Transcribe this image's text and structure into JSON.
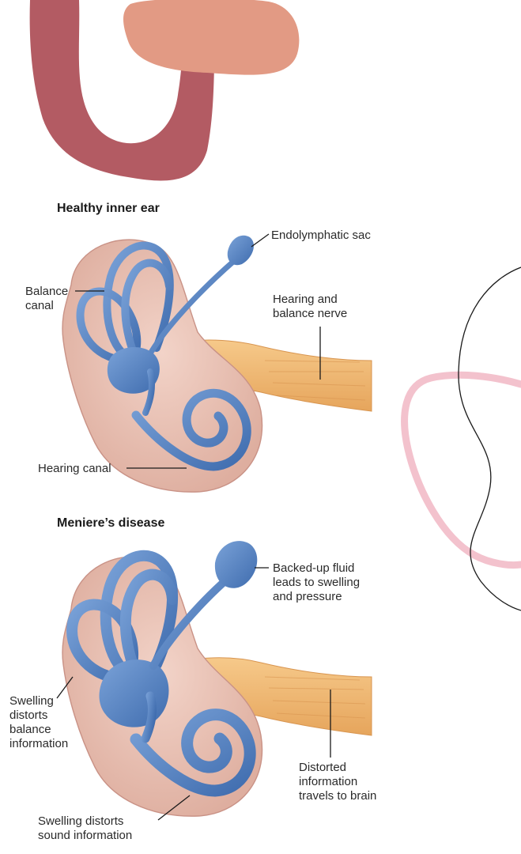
{
  "colors": {
    "deco_dark": "#b35b63",
    "deco_peach": "#e29a84",
    "deco_pink": "#f3c2cd",
    "canal_blue": "#5d8ac9",
    "canal_dark": "#3c68a9",
    "tissue": "#e6bcae",
    "tissue_edge": "#c99286",
    "nerve": "#efb26a"
  },
  "healthy": {
    "heading": "Healthy inner ear",
    "endolymphatic_sac": "Endolymphatic sac",
    "balance_canal_l1": "Balance",
    "balance_canal_l2": "canal",
    "nerve_l1": "Hearing and",
    "nerve_l2": "balance nerve",
    "hearing_canal": "Hearing canal"
  },
  "meniere": {
    "heading": "Meniere’s disease",
    "fluid_l1": "Backed-up fluid",
    "fluid_l2": "leads to swelling",
    "fluid_l3": "and pressure",
    "balance_l1": "Swelling",
    "balance_l2": "distorts",
    "balance_l3": "balance",
    "balance_l4": "information",
    "brain_l1": "Distorted",
    "brain_l2": "information",
    "brain_l3": "travels to brain",
    "sound_l1": "Swelling distorts",
    "sound_l2": "sound information"
  }
}
